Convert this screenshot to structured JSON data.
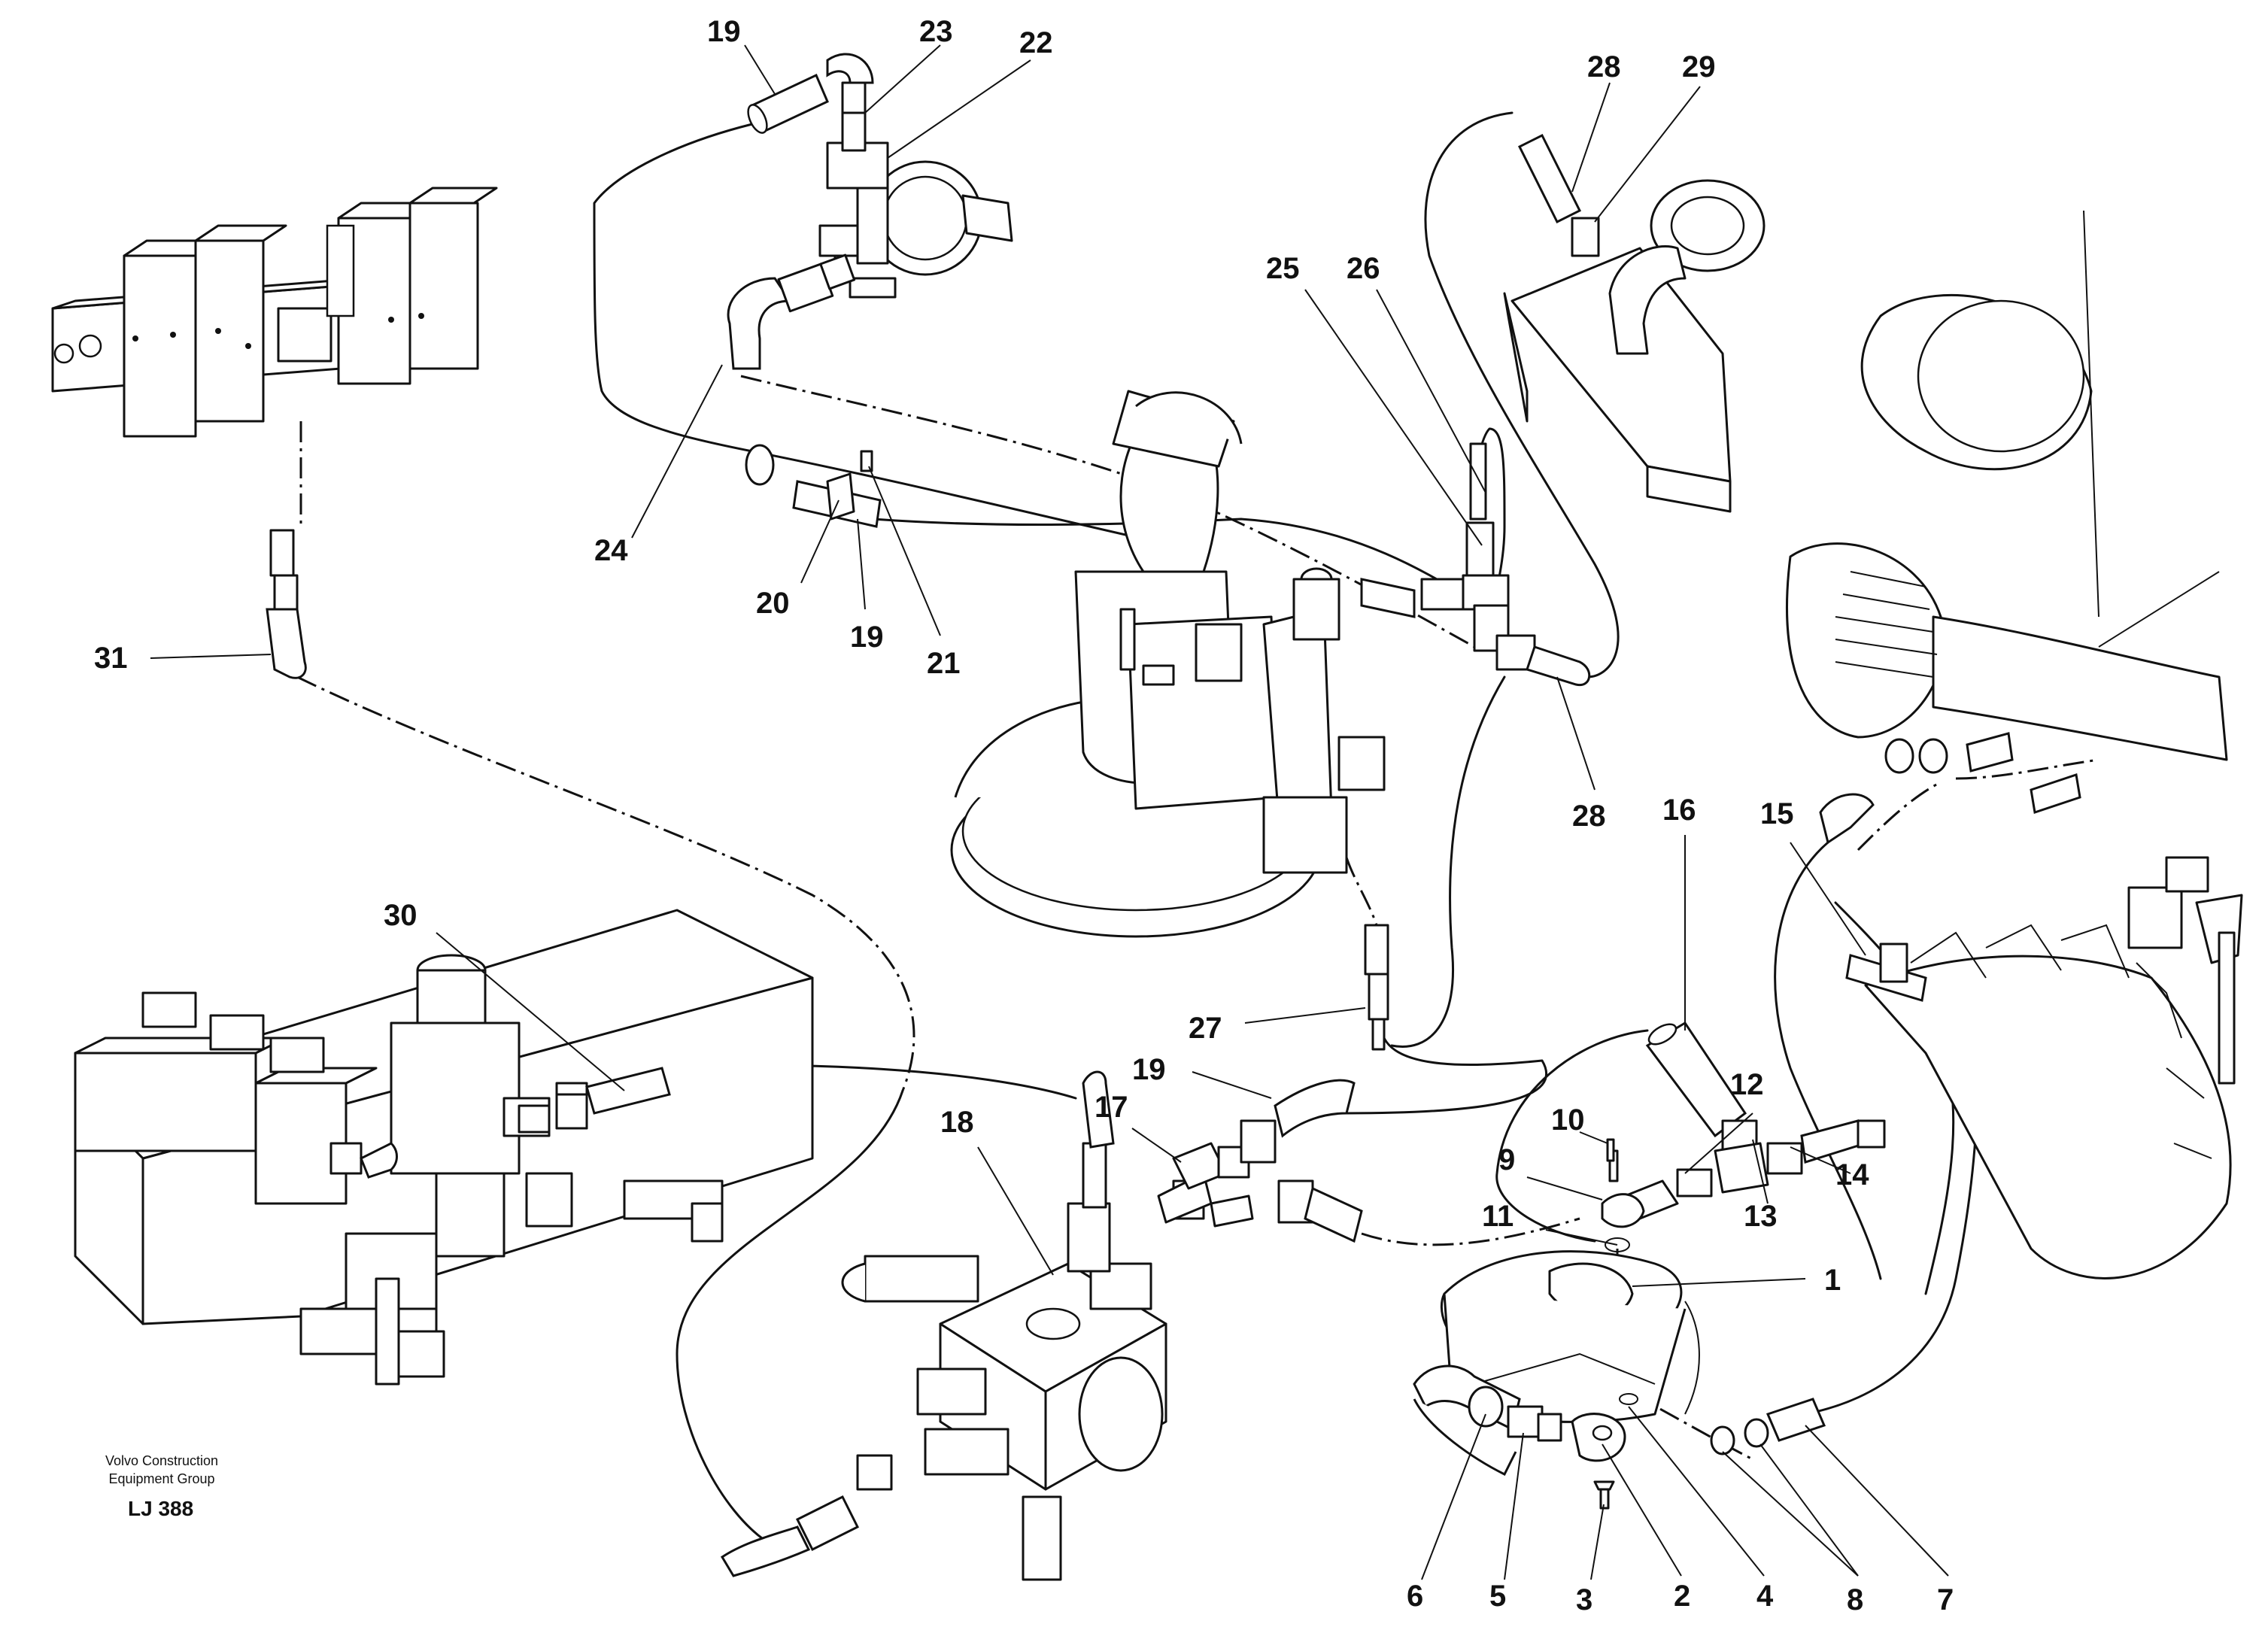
{
  "callouts": [
    {
      "id": "c-19-top",
      "label": "19"
    },
    {
      "id": "c-23",
      "label": "23"
    },
    {
      "id": "c-22",
      "label": "22"
    },
    {
      "id": "c-28-top",
      "label": "28"
    },
    {
      "id": "c-29",
      "label": "29"
    },
    {
      "id": "c-25",
      "label": "25"
    },
    {
      "id": "c-26",
      "label": "26"
    },
    {
      "id": "c-24",
      "label": "24"
    },
    {
      "id": "c-20",
      "label": "20"
    },
    {
      "id": "c-19-mid",
      "label": "19"
    },
    {
      "id": "c-21",
      "label": "21"
    },
    {
      "id": "c-31",
      "label": "31"
    },
    {
      "id": "c-28-mid",
      "label": "28"
    },
    {
      "id": "c-16",
      "label": "16"
    },
    {
      "id": "c-15",
      "label": "15"
    },
    {
      "id": "c-30",
      "label": "30"
    },
    {
      "id": "c-27",
      "label": "27"
    },
    {
      "id": "c-19-low",
      "label": "19"
    },
    {
      "id": "c-18",
      "label": "18"
    },
    {
      "id": "c-17",
      "label": "17"
    },
    {
      "id": "c-10",
      "label": "10"
    },
    {
      "id": "c-12",
      "label": "12"
    },
    {
      "id": "c-9",
      "label": "9"
    },
    {
      "id": "c-11",
      "label": "11"
    },
    {
      "id": "c-13",
      "label": "13"
    },
    {
      "id": "c-14",
      "label": "14"
    },
    {
      "id": "c-1",
      "label": "1"
    },
    {
      "id": "c-6",
      "label": "6"
    },
    {
      "id": "c-5",
      "label": "5"
    },
    {
      "id": "c-3",
      "label": "3"
    },
    {
      "id": "c-2",
      "label": "2"
    },
    {
      "id": "c-4",
      "label": "4"
    },
    {
      "id": "c-8",
      "label": "8"
    },
    {
      "id": "c-7",
      "label": "7"
    }
  ],
  "caption": {
    "line1": "Volvo Construction",
    "line2": "Equipment Group",
    "code": "LJ 388"
  }
}
